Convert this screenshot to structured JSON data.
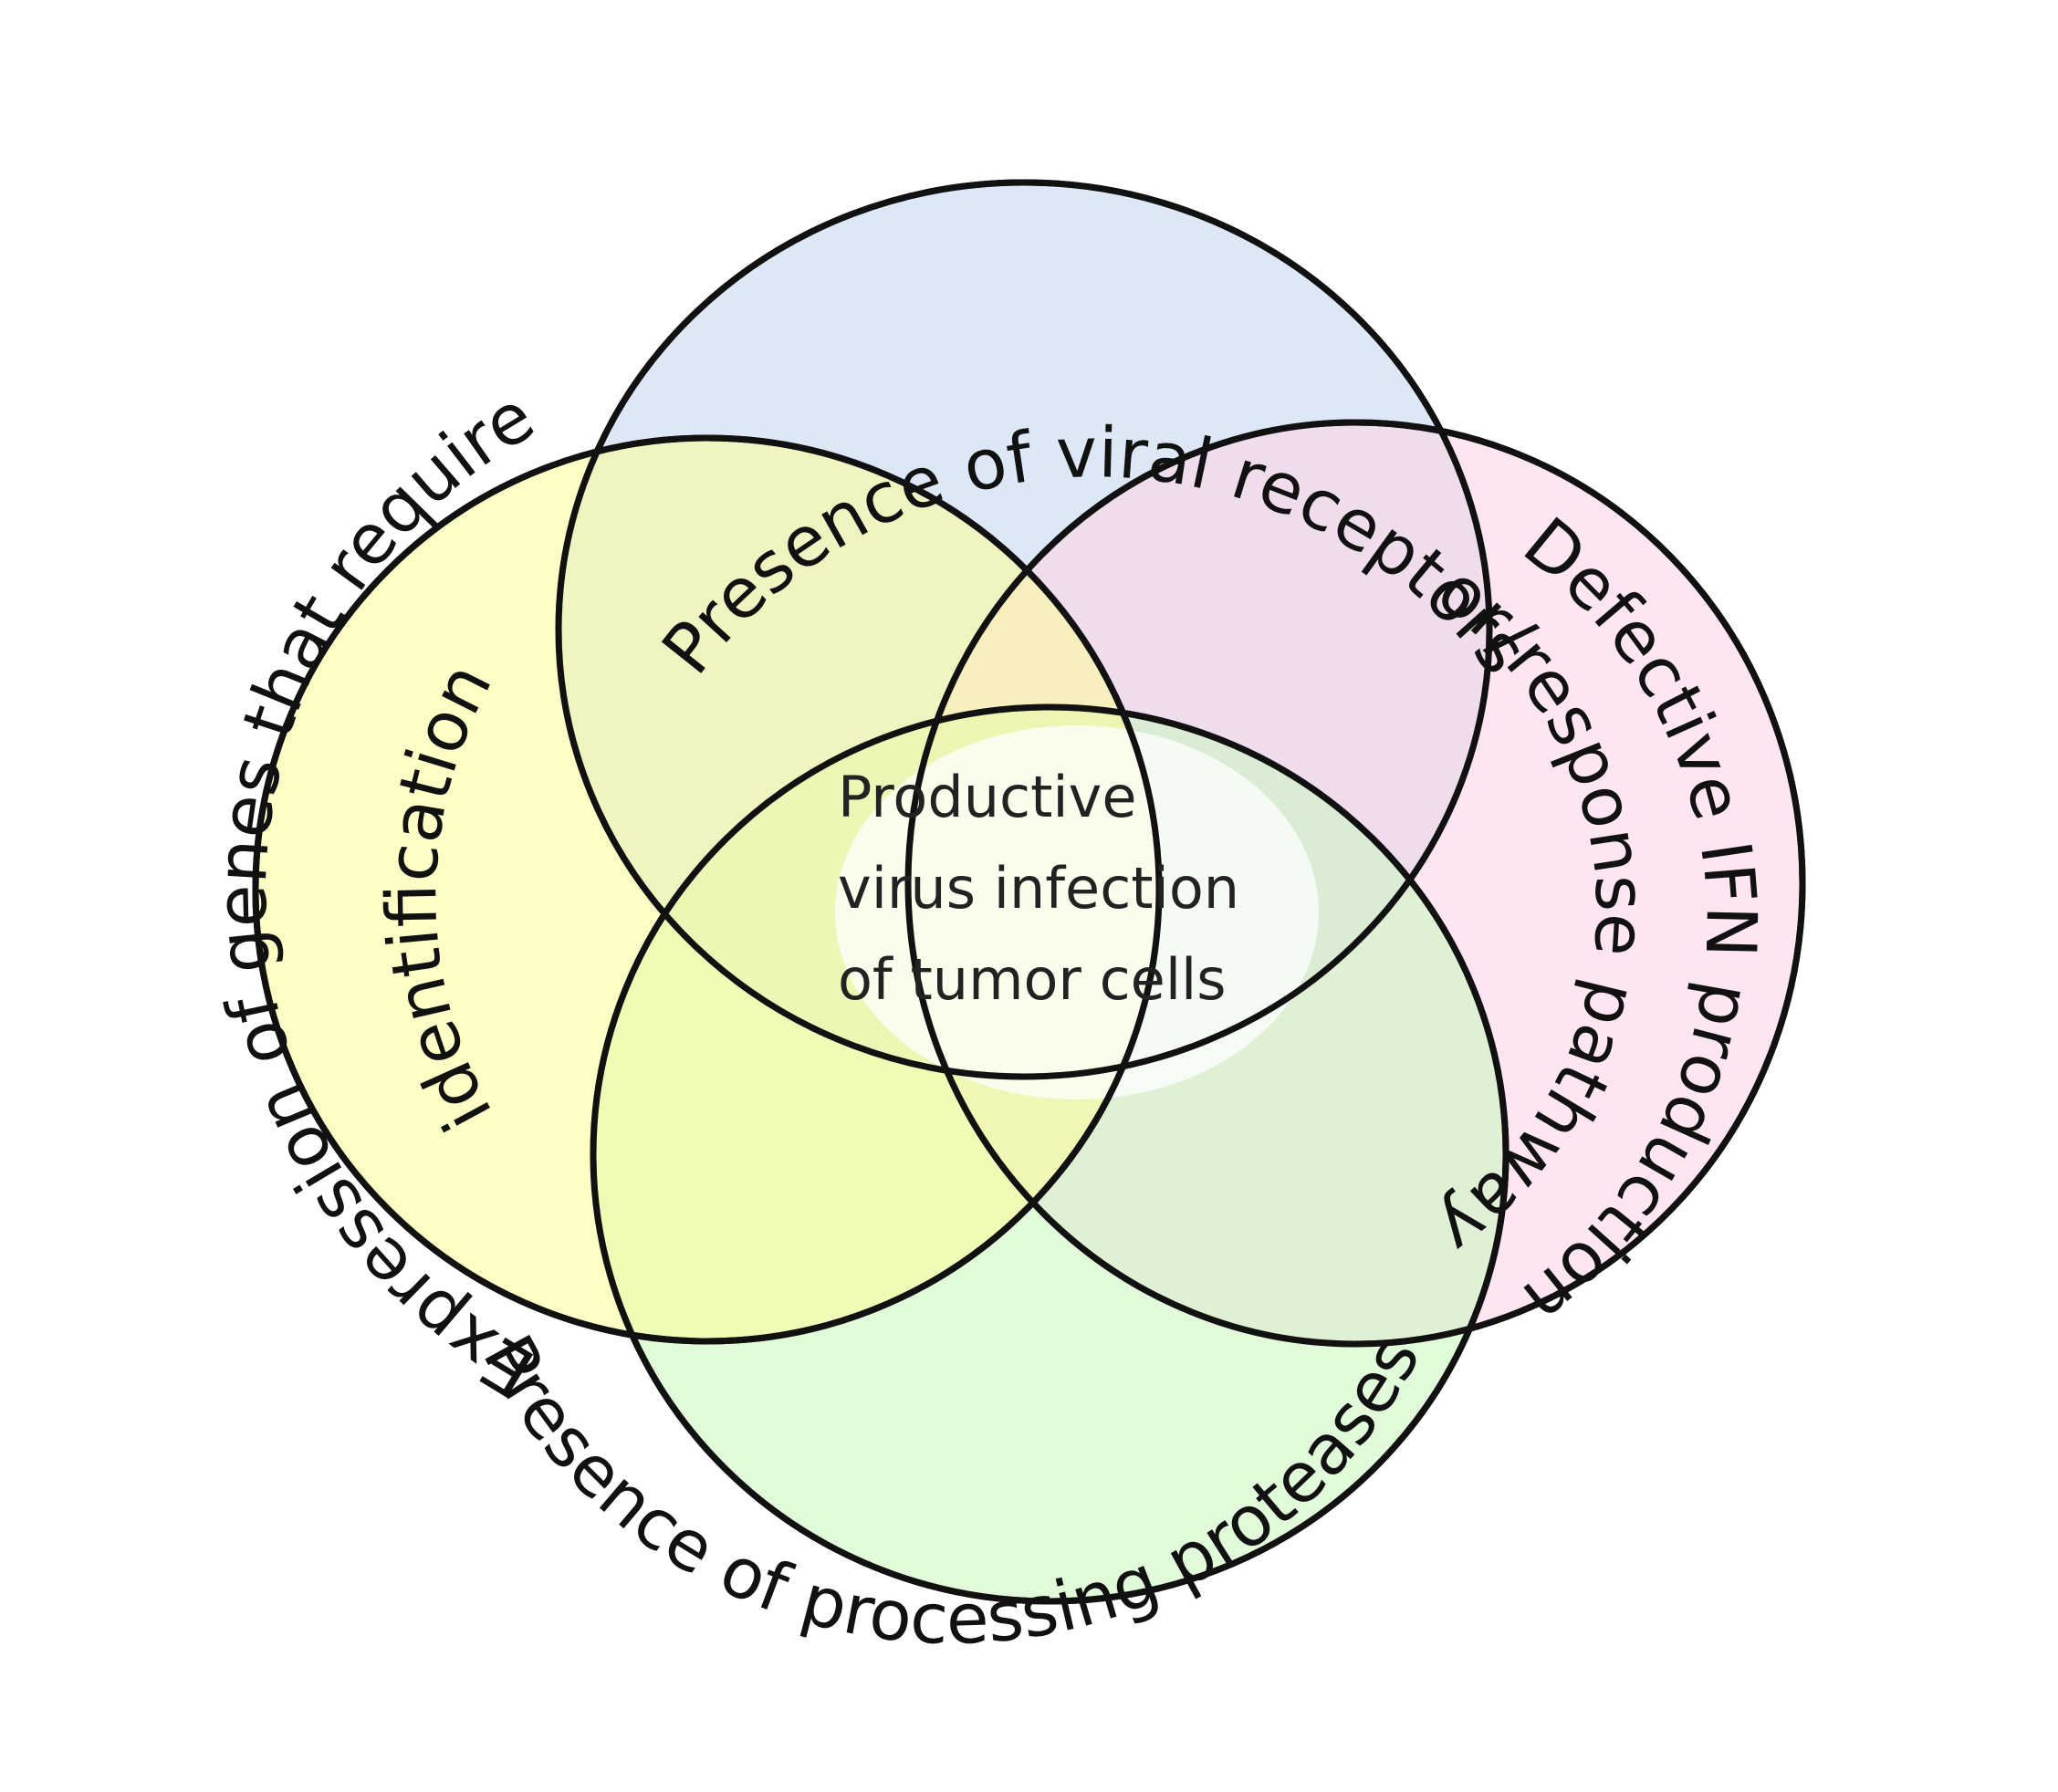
{
  "diagram": {
    "center": {
      "lines": [
        "Productive",
        "virus infection",
        "of tumor cells"
      ],
      "fill_color": "#ffffff"
    },
    "circles": [
      {
        "id": "receptors",
        "fill_color": "#c6d9f0",
        "label_lines": [
          "Presence of viral receptors"
        ]
      },
      {
        "id": "ifn",
        "fill_color": "#fcd6ea",
        "label_lines": [
          "Defective IFN production",
          "or/response pathway"
        ]
      },
      {
        "id": "proteases",
        "fill_color": "#ccf7c2",
        "label_lines": [
          "Presence of processing proteases"
        ]
      },
      {
        "id": "genes",
        "fill_color": "#fcfc9e",
        "label_lines": [
          "Expression of genes that require",
          "identification"
        ]
      }
    ]
  }
}
